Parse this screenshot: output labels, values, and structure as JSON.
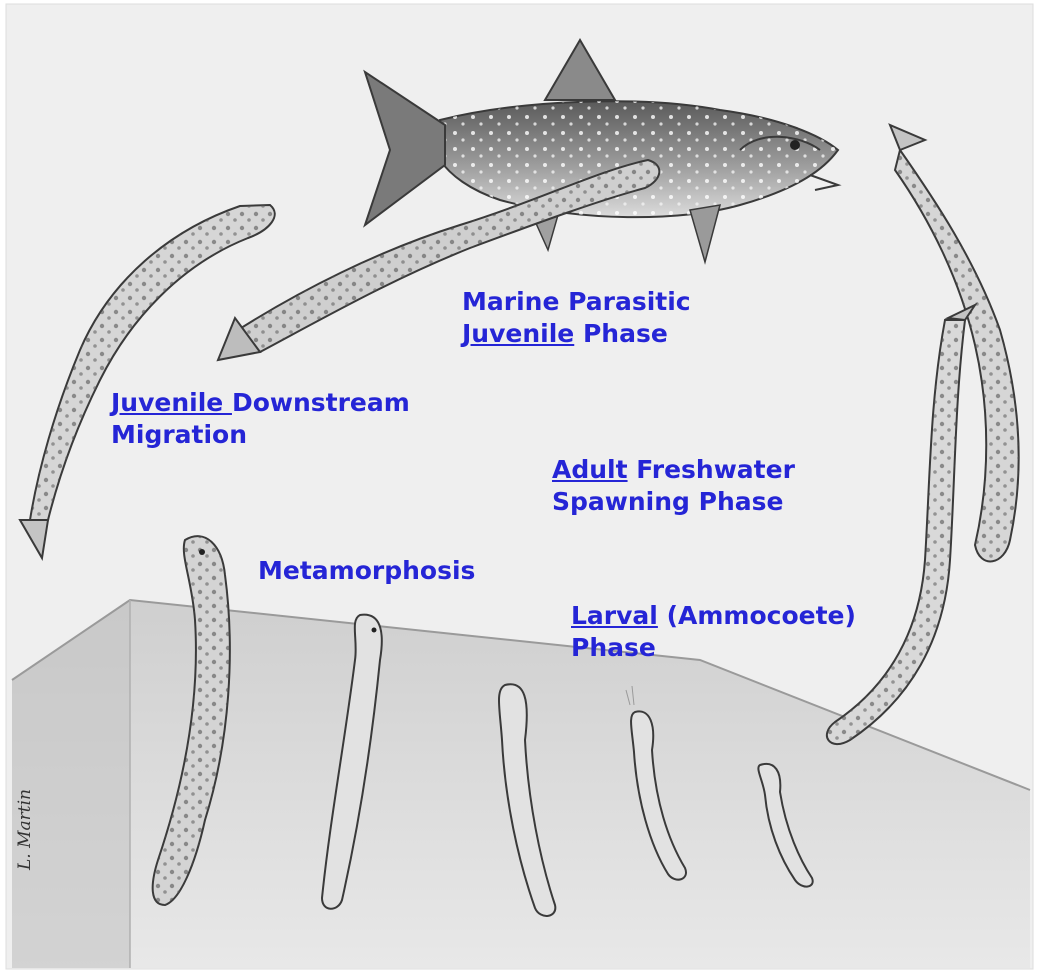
{
  "colors": {
    "label": "#2525d6",
    "paper": "#efefef",
    "sediment": "#cfcfcf",
    "ink": "#3a3a3a",
    "lamprey_body": "#d9d9d9",
    "fish_body": "#9a9a9a"
  },
  "labels": {
    "marine": {
      "line1": "Marine Parasitic",
      "line2_underlined": "Juvenile",
      "line2_rest": " Phase"
    },
    "juvenile_migration": {
      "line1_underlined": "Juvenile ",
      "line1_rest": "Downstream",
      "line2": "Migration"
    },
    "adult": {
      "line1_underlined": "Adult",
      "line1_rest": " Freshwater",
      "line2": "Spawning Phase"
    },
    "metamorphosis": {
      "text": "Metamorphosis"
    },
    "larval": {
      "line1_underlined": "Larval",
      "line1_rest": " (Ammocoete)",
      "line2": "Phase"
    }
  },
  "signature": "L. Martin"
}
